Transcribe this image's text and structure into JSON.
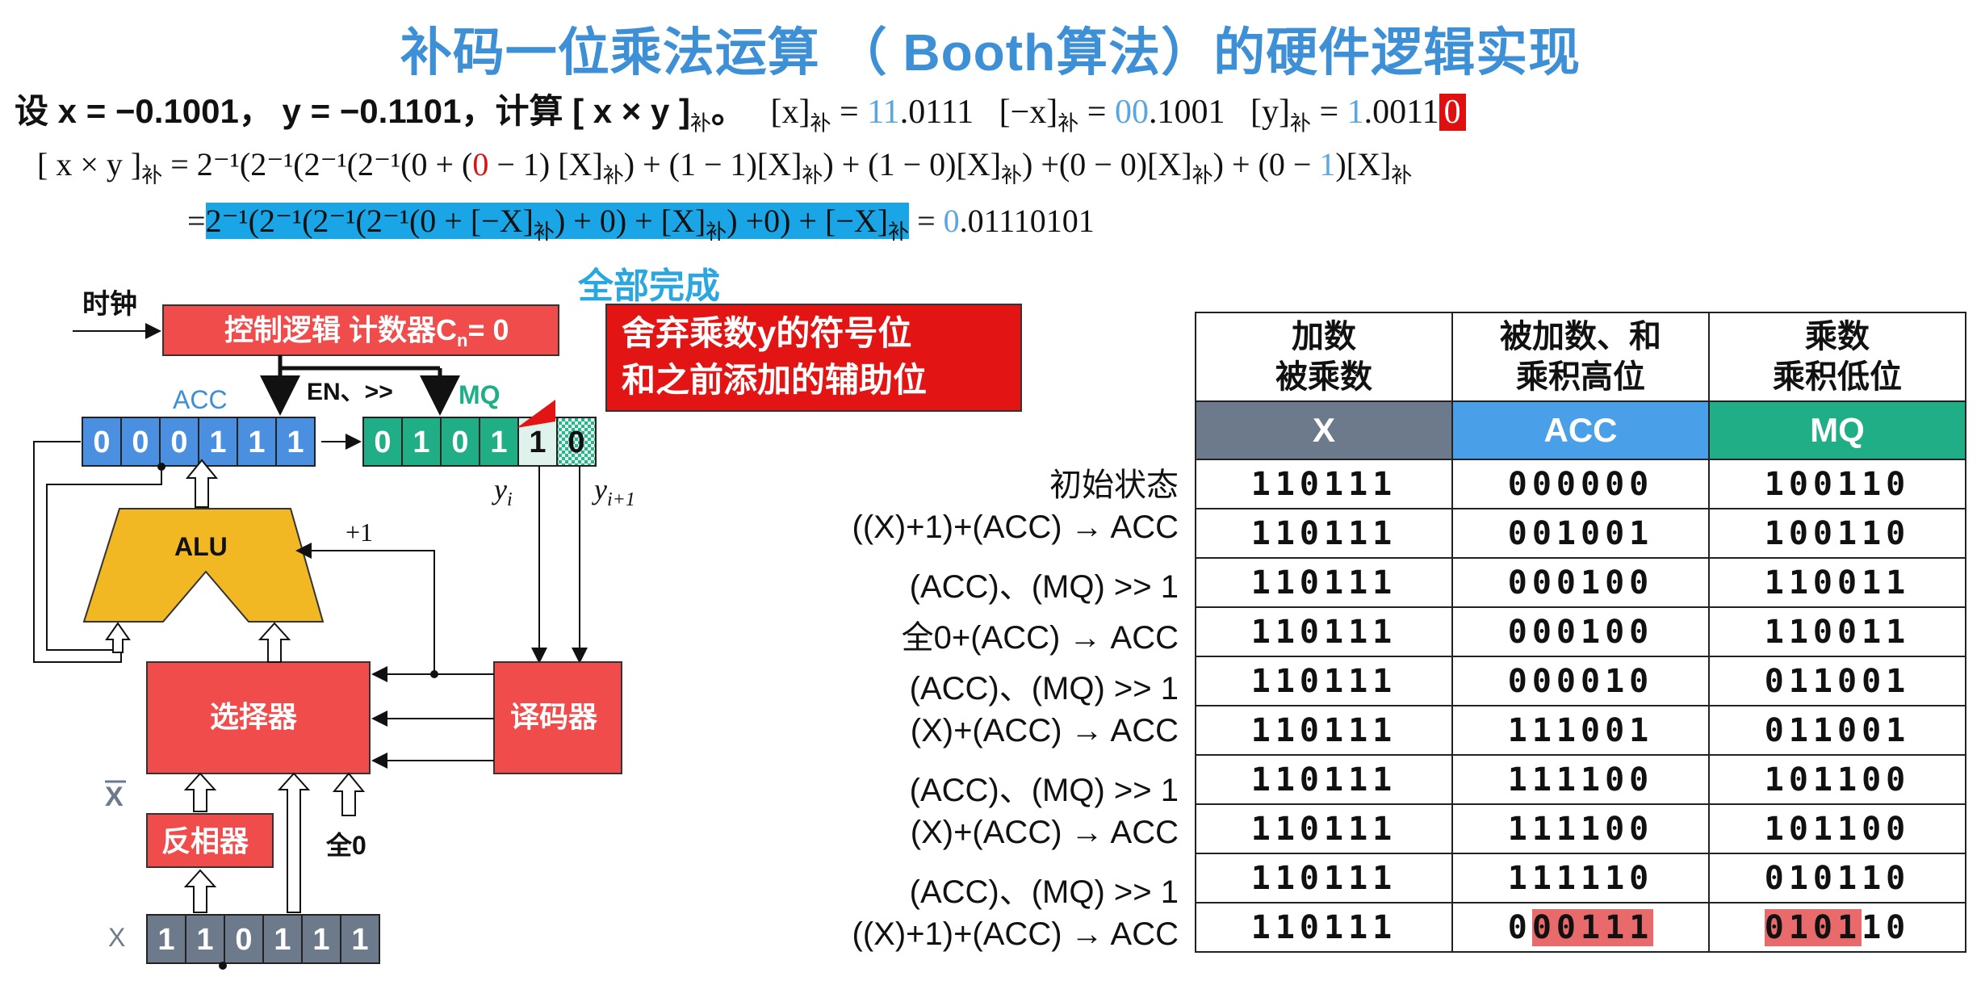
{
  "title": "补码一位乘法运算 （ Booth算法）的硬件逻辑实现",
  "eq1": {
    "lead": "设 x = −0.1001，  y = −0.1101，计算 [ x × y ]",
    "sub": "补",
    "tail": "。",
    "x_comp_label": "[x]",
    "x_comp_int": "11",
    "x_comp_frac": ".0111",
    "negx_comp_label": "[−x]",
    "negx_comp_int": "00",
    "negx_comp_frac": ".1001",
    "y_comp_label": "[y]",
    "y_comp_int": "1",
    "y_comp_frac": ".0011",
    "y_comp_extra": "0"
  },
  "eq2": {
    "left": "[ x × y ]",
    "body_a": " = 2⁻¹(2⁻¹(2⁻¹(2⁻¹(0 + (",
    "red0": "0",
    "body_b": " − 1) [X]",
    "body_c": ") + (1 − 1)[X]",
    "body_d": ") + (1 − 0)[X]",
    "body_e": ") +(0 − 0)[X]",
    "body_f": ") + (0 − ",
    "blue1": "1",
    "body_g": ")[X]"
  },
  "eq3": {
    "eq": "=",
    "hl": "2⁻¹(2⁻¹(2⁻¹(2⁻¹(0 +  [−X]",
    "hl_b": ") + 0) + [X]",
    "hl_c": ") +0) + [−X]",
    "eq2": " = ",
    "res_int": "0",
    "res_frac": ".01110101"
  },
  "done_label": "全部完成",
  "diagram": {
    "clock": "时钟",
    "control": "控制逻辑   计数器C",
    "control_sub": "n",
    "control_tail": "= 0",
    "callout_line1": "舍弃乘数y的符号位",
    "callout_line2": "和之前添加的辅助位",
    "acc_label": "ACC",
    "en_label": "EN、>>",
    "mq_label": "MQ",
    "acc_bits": [
      "0",
      "0",
      "0",
      "1",
      "1",
      "1"
    ],
    "mq_bits": [
      "0",
      "1",
      "0",
      "1"
    ],
    "mq_extra": [
      "1",
      "0"
    ],
    "yi": "y",
    "yi_sub": "i",
    "yi1": "y",
    "yi1_sub": "i+1",
    "alu": "ALU",
    "plus1": "+1",
    "selector": "选择器",
    "decoder": "译码器",
    "inverter": "反相器",
    "xbar": "X",
    "all0": "全0",
    "x_label": "X",
    "x_bits": [
      "1",
      "1",
      "0",
      "1",
      "1",
      "1"
    ]
  },
  "table": {
    "headers": [
      [
        "加数",
        "被乘数"
      ],
      [
        "被加数、和",
        "乘积高位"
      ],
      [
        "乘数",
        "乘积低位"
      ]
    ],
    "col_labels": [
      "X",
      "ACC",
      "MQ"
    ],
    "col_colors": [
      "#6d7a8c",
      "#4aa0e8",
      "#1fae86"
    ],
    "rows": [
      {
        "label": "初始状态",
        "x": "110111",
        "acc": "000000",
        "mq": "100110"
      },
      {
        "label": "((X)+1)+(ACC) → ACC",
        "x": "110111",
        "acc": "001001",
        "mq": "100110"
      },
      {
        "label": "(ACC)、(MQ) >> 1",
        "x": "110111",
        "acc": "000100",
        "mq": "110011"
      },
      {
        "label": "全0+(ACC) → ACC",
        "x": "110111",
        "acc": "000100",
        "mq": "110011"
      },
      {
        "label": "(ACC)、(MQ) >> 1",
        "x": "110111",
        "acc": "000010",
        "mq": "011001"
      },
      {
        "label": "(X)+(ACC) → ACC",
        "x": "110111",
        "acc": "111001",
        "mq": "011001"
      },
      {
        "label": "(ACC)、(MQ) >> 1",
        "x": "110111",
        "acc": "111100",
        "mq": "101100"
      },
      {
        "label": "(X)+(ACC) → ACC",
        "x": "110111",
        "acc": "111100",
        "mq": "101100"
      },
      {
        "label": "(ACC)、(MQ) >> 1",
        "x": "110111",
        "acc": "111110",
        "mq": "010110"
      },
      {
        "label": "((X)+1)+(ACC) → ACC",
        "x": "110111",
        "acc": "000111",
        "mq": "010110"
      }
    ]
  }
}
